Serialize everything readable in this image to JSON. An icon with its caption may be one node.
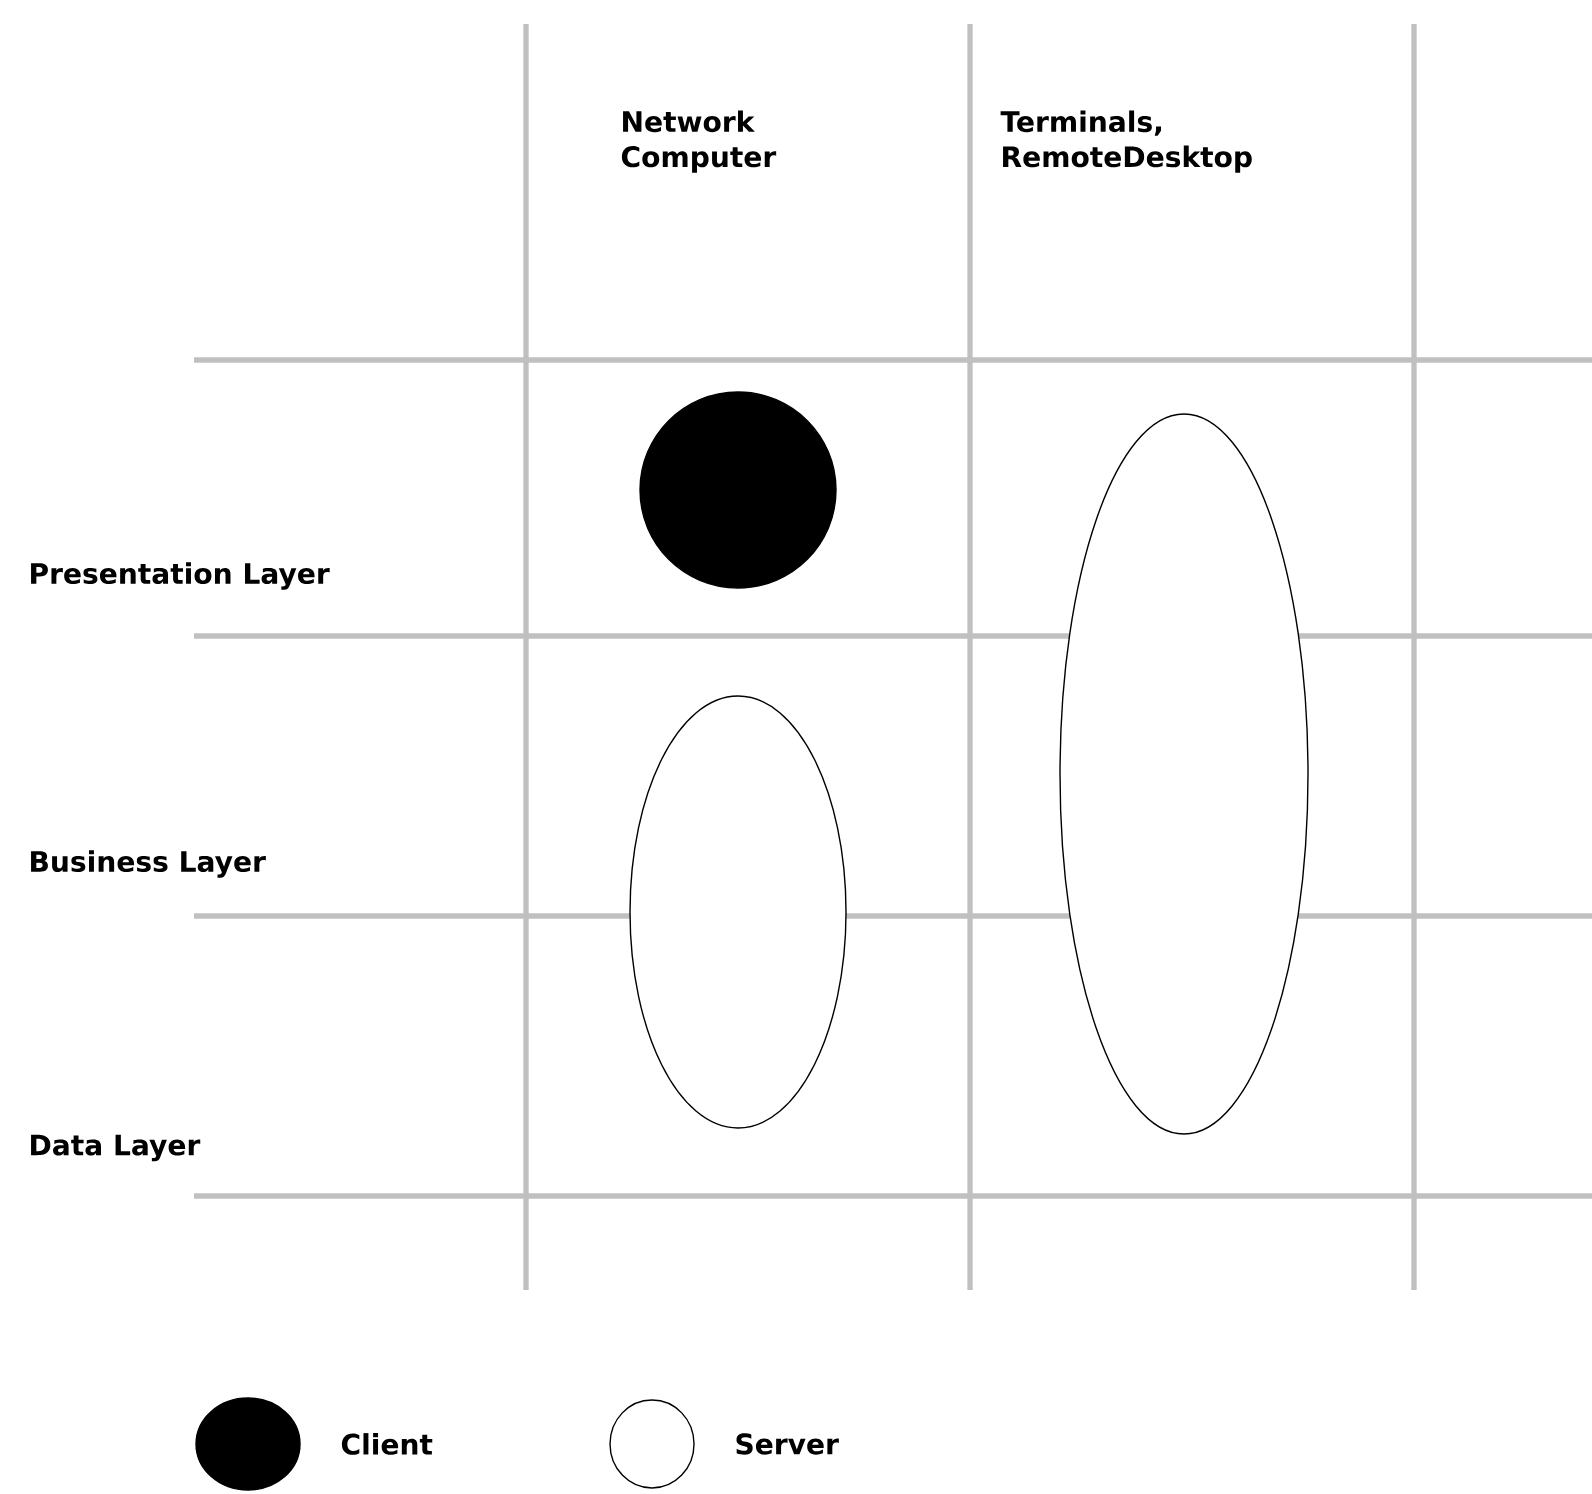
{
  "diagram": {
    "nodes": [
      {
        "text": [],
        "shape": "circle"
      },
      {
        "text": [],
        "shape": "ellipse"
      },
      {
        "text": [],
        "shape": "ellipse"
      }
    ],
    "labels": [
      "Network Computer",
      "Terminals, RemoteDesktop",
      "Presentation Layer",
      "Business Layer",
      "Data Layer"
    ],
    "legend": [
      {
        "text": "Client"
      },
      {
        "text": "Server"
      }
    ]
  }
}
